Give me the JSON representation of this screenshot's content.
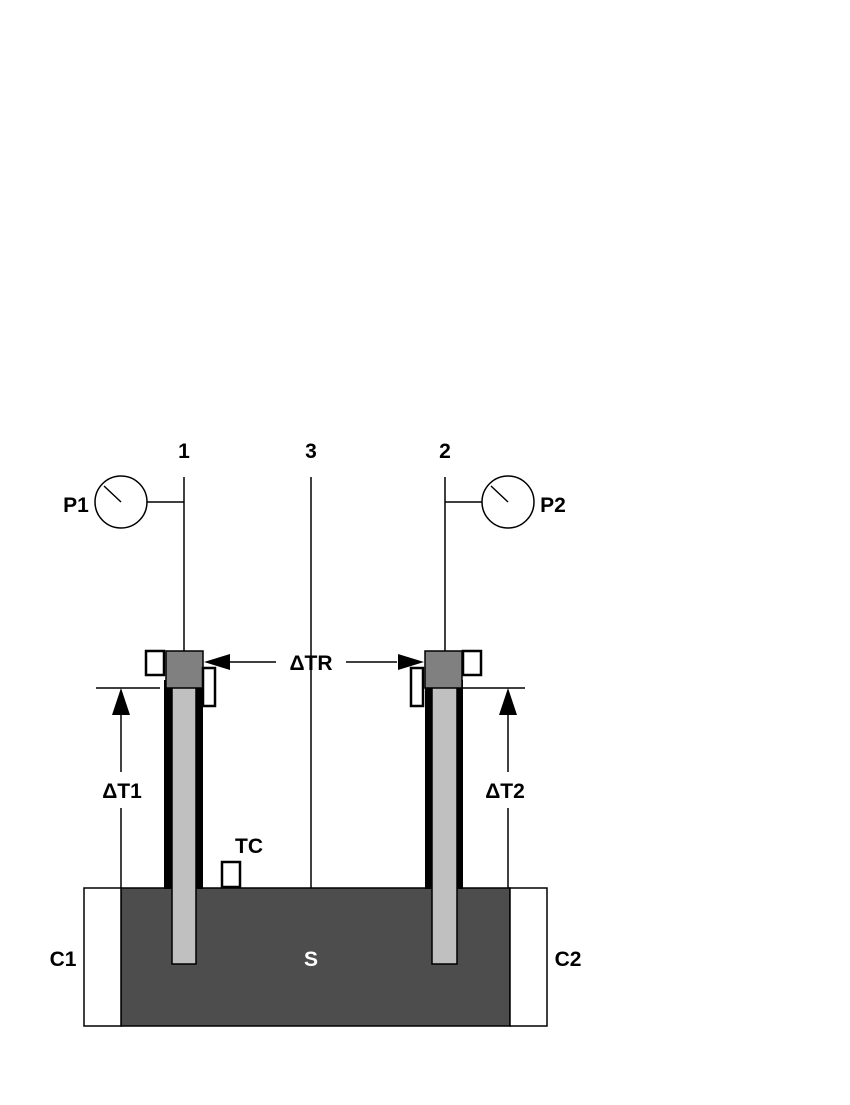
{
  "labels": {
    "col1": "1",
    "col2": "2",
    "col3": "3",
    "p1": "P1",
    "p2": "P2",
    "dtr": "ΔTR",
    "dt1": "ΔT1",
    "dt2": "ΔT2",
    "tc": "TC",
    "s": "S",
    "c1": "C1",
    "c2": "C2"
  },
  "colors": {
    "stroke": "#000000",
    "specimen_fill": "#4d4d4d",
    "rod_fill": "#c0c0c0",
    "cap_fill": "#808080",
    "background": "#ffffff",
    "specimen_label": "#ffffff"
  }
}
